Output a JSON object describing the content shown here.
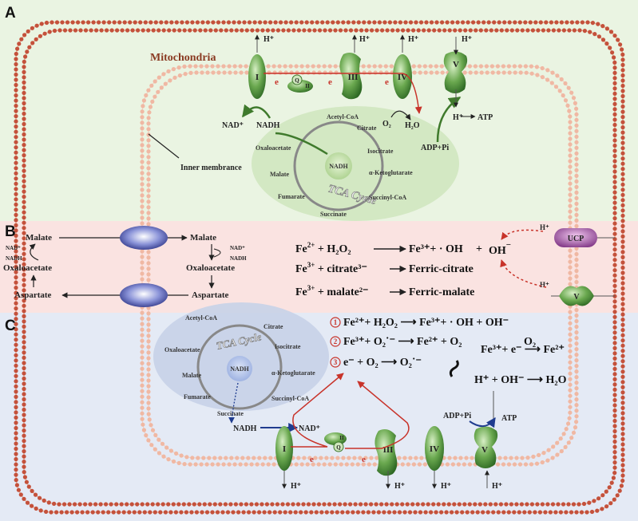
{
  "panels": {
    "a": "A",
    "b": "B",
    "c": "C"
  },
  "labels": {
    "mitochondria": "Mitochondria",
    "inner_membrane": "Inner membrance",
    "tca_cycle": "TCA Cycle"
  },
  "complexes": {
    "I": "I",
    "II": "II",
    "Q": "Q",
    "III": "III",
    "IV": "IV",
    "V": "V",
    "UCP": "UCP"
  },
  "molecules": {
    "h_plus": "H⁺",
    "e": "e",
    "nad_plus": "NAD⁺",
    "nadh": "NADH",
    "o2": "O₂",
    "h2o": "H₂O",
    "atp": "ATP",
    "adp_pi": "ADP+Pi"
  },
  "tca_metabolites": [
    "Acetyl-CoA",
    "Citrate",
    "Isocitrate",
    "α-Ketoglutarate",
    "Succinyl-CoA",
    "Succinate",
    "Fumarate",
    "Malate",
    "Oxaloacetate"
  ],
  "shuttle": {
    "malate": "Malate",
    "oxaloacetate": "Oxaloacetate",
    "aspartate": "Aspartate",
    "nad_plus": "NAD⁺",
    "nadh": "NADH"
  },
  "fenton_b": [
    {
      "lhs1": "Fe",
      "lhs1_sup": "2+",
      "lhs2": "H₂O₂",
      "rhs": "Fe³⁺+ · OH",
      "extra": "OH"
    },
    {
      "lhs1": "Fe",
      "lhs1_sup": "3+",
      "lhs2": "citrate³⁻",
      "rhs": "Ferric-citrate"
    },
    {
      "lhs1": "Fe",
      "lhs1_sup": "3+",
      "lhs2": "malate²⁻",
      "rhs": "Ferric-malate"
    }
  ],
  "reactions_c": [
    {
      "num": "1",
      "text": "Fe²⁺+ H₂O₂ ⟶ Fe³⁺+ · OH + OH⁻"
    },
    {
      "num": "2",
      "text": "Fe³⁺+ O₂˙⁻ ⟶ Fe²⁺ + O₂"
    },
    {
      "num": "3",
      "text": "e⁻ + O₂ ⟶ O₂˙⁻"
    }
  ],
  "side_reactions_c": {
    "fe_reduction": "Fe³⁺+ e⁻ ⟶ Fe²⁺",
    "fe_o2": "O₂",
    "water": "H⁺ + OH⁻ ⟶ H₂O"
  },
  "colors": {
    "panel_a_bg": "#eaf4e2",
    "panel_b_bg": "#fae3e1",
    "panel_c_bg": "#e4eaf5",
    "complex_green": "#5f9b44",
    "membrane_red": "#c4513b",
    "arrow_red": "#c8332a",
    "arrow_blue": "#1f3c8f",
    "ucp_purple": "#8a3f8f"
  }
}
